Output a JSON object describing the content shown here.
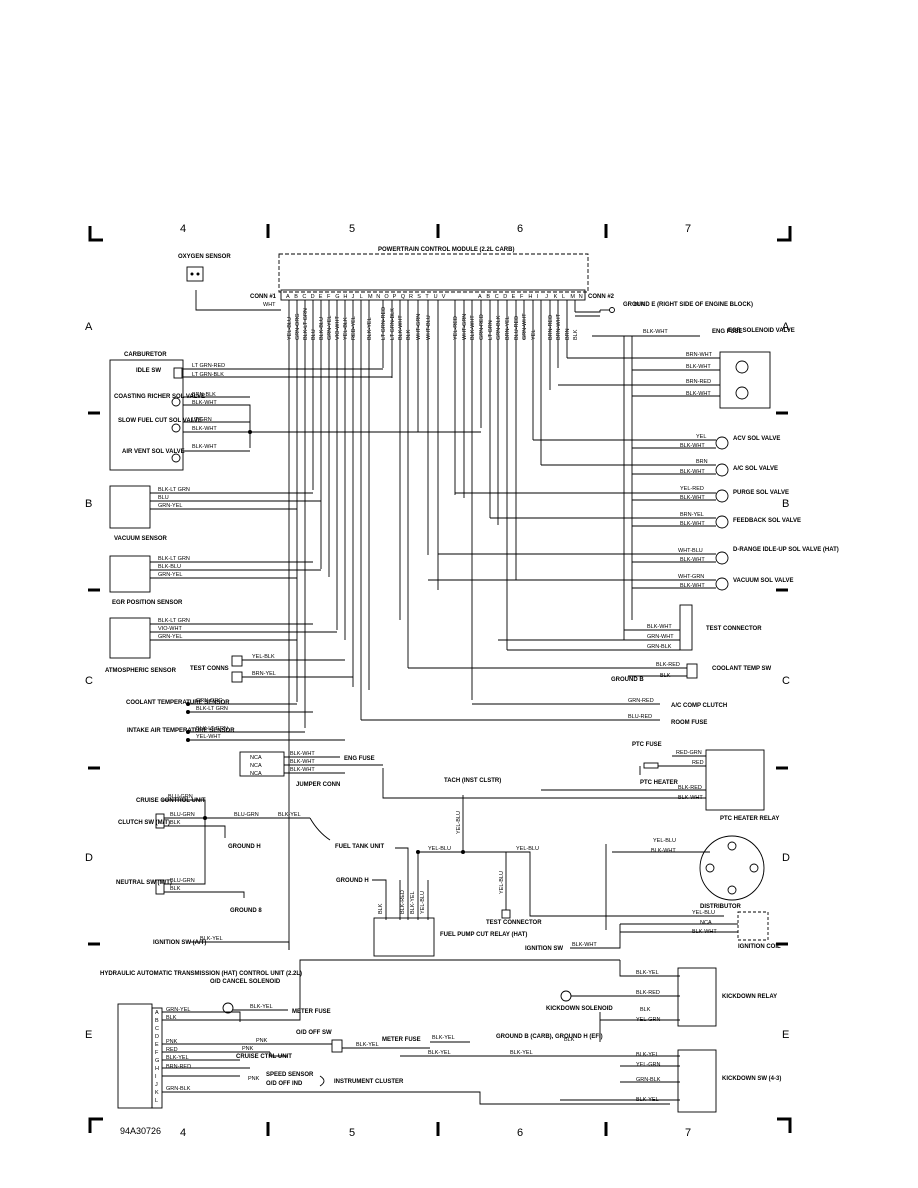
{
  "grid": {
    "columns": [
      "4",
      "5",
      "6",
      "7"
    ],
    "rows": [
      "A",
      "B",
      "C",
      "D",
      "E"
    ]
  },
  "pcm": {
    "title": "POWERTRAIN CONTROL MODULE (2.2L CARB)",
    "conn1": "CONN #1",
    "conn2": "CONN #2",
    "conn1_pins": [
      "A",
      "B",
      "C",
      "D",
      "E",
      "F",
      "G",
      "H",
      "J",
      "L",
      "M",
      "N",
      "O",
      "P",
      "Q",
      "R",
      "S",
      "T",
      "U",
      "V"
    ],
    "conn2_pins": [
      "A",
      "B",
      "C",
      "D",
      "E",
      "F",
      "H",
      "I",
      "J",
      "K",
      "L",
      "M",
      "N"
    ],
    "conn1_wires": [
      "YEL-BLU",
      "GRN-ORG",
      "BLK-LT GRN",
      "BLU",
      "BLK-BLU",
      "GRN-YEL",
      "VIO-WHT",
      "YEL-BLK",
      "RED-YEL",
      "BLK-YEL",
      "LT GRN-RED",
      "LT GRN-BLK",
      "BLK-WHT",
      "BLK",
      "WHT-GRN",
      "WHT-BLU",
      "YEL-RED",
      "WHT-GRN"
    ],
    "conn2_wires": [
      "BLK-WHT",
      "GRN-RED",
      "LT GRN",
      "GRN-BLK",
      "BRN-YEL",
      "BLU-RED",
      "GRN-WHT",
      "YEL",
      "BRN-RED",
      "BRN-WHT",
      "BRN",
      "BLK"
    ],
    "wht_label": "WHT"
  },
  "components": {
    "oxygen_sensor": "OXYGEN SENSOR",
    "ground_e": "GROUND E (RIGHT SIDE OF ENGINE BLOCK)",
    "eng_fuse": "ENG FUSE",
    "egr_valve": "EGR SOLENOID VALVE",
    "carburetor": "CARBURETOR",
    "idle_sw": "IDLE SW",
    "coasting": "COASTING RICHER SOL VALVE",
    "slow_fuel": "SLOW FUEL CUT SOL VALVE",
    "air_vent": "AIR VENT SOL VALVE",
    "acv": "ACV SOL VALVE",
    "ac_sol": "A/C SOL VALVE",
    "purge": "PURGE SOL VALVE",
    "feedback": "FEEDBACK SOL VALVE",
    "d_range": "D-RANGE IDLE-UP SOL VALVE (HAT)",
    "vacuum_sol": "VACUUM SOL VALVE",
    "vacuum_sensor": "VACUUM SENSOR",
    "egr_position": "EGR POSITION SENSOR",
    "test_connector": "TEST CONNECTOR",
    "atmospheric": "ATMOSPHERIC SENSOR",
    "test_conns": "TEST CONNS",
    "coolant_temp_sw": "COOLANT TEMP SW",
    "ground_b": "GROUND B",
    "ac_comp": "A/C COMP CLUTCH",
    "coolant_sensor": "COOLANT TEMPERATURE SENSOR",
    "room_fuse": "ROOM FUSE",
    "intake_air": "INTAKE AIR TEMPERATURE SENSOR",
    "ptc_fuse": "PTC FUSE",
    "ptc_heater": "PTC HEATER",
    "ptc_relay": "PTC HEATER RELAY",
    "jumper_conn": "JUMPER CONN",
    "tach": "TACH (INST CLSTR)",
    "cruise_unit": "CRUISE CONTROL UNIT",
    "clutch_sw": "CLUTCH SW (M/T)",
    "ground_h": "GROUND H",
    "fuel_tank": "FUEL TANK UNIT",
    "distributor": "DISTRIBUTOR",
    "neutral_sw": "NEUTRAL SW (M/T)",
    "ground_8": "GROUND 8",
    "fuel_pump": "FUEL PUMP CUT RELAY (HAT)",
    "test_connector2": "TEST CONNECTOR",
    "ignition_coil": "IGNITION COIL",
    "ignition_sw_at": "IGNITION SW (A/T)",
    "ignition_sw": "IGNITION SW",
    "hat_unit": "HYDRAULIC AUTOMATIC TRANSMISSION (HAT) CONTROL UNIT (2.2L)",
    "od_cancel": "O/D CANCEL SOLENOID",
    "kickdown_sol": "KICKDOWN SOLENOID",
    "kickdown_relay": "KICKDOWN RELAY",
    "meter_fuse": "METER FUSE",
    "od_off_sw": "O/D OFF SW",
    "ground_bh": "GROUND B (CARB), GROUND H (EFI)",
    "cruise_ctrl": "CRUISE CTRL UNIT",
    "speed_sensor": "SPEED SENSOR",
    "od_off_ind": "O/D OFF IND",
    "instrument_cluster": "INSTRUMENT CLUSTER",
    "kickdown_sw": "KICKDOWN SW (4-3)"
  },
  "figure_id": "94A30726"
}
